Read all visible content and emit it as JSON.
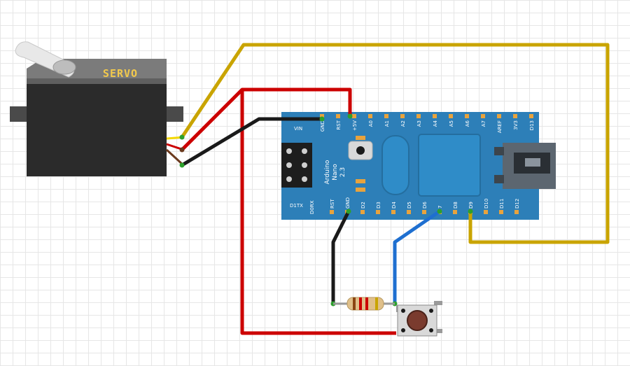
{
  "servo": {
    "label": "SERVO"
  },
  "board": {
    "name_line1": "Arduino",
    "name_line2": "Nano",
    "version": "2.3",
    "vin_label": "VIN",
    "d1tx_label": "D1TX",
    "d0rx_label": "D0RX",
    "top_pins": [
      "GND",
      "RST",
      "+5V",
      "A0",
      "A1",
      "A2",
      "A3",
      "A4",
      "A5",
      "A6",
      "A7",
      "AREF",
      "3V3",
      "D13"
    ],
    "bottom_pins": [
      "RST",
      "GND",
      "D2",
      "D3",
      "D4",
      "D5",
      "D6",
      "7",
      "D8",
      "D9",
      "D10",
      "D11",
      "D12"
    ]
  },
  "colors": {
    "board": "#2d7fb8",
    "wire_red": "#cc0000",
    "wire_black": "#1a1a1a",
    "wire_yellow": "#c9a400",
    "wire_blue": "#1e6fd0",
    "pin_orange": "#e8a33d",
    "pin_green": "#2ca02c"
  }
}
